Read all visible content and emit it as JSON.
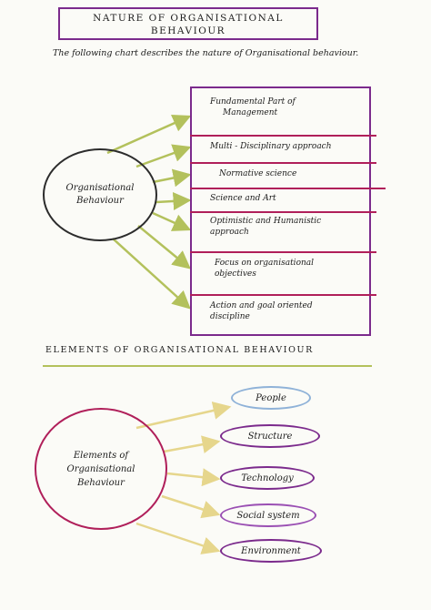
{
  "title": {
    "line1": "NATURE OF ORGANISATIONAL",
    "line2": "BEHAVIOUR"
  },
  "intro": "The following chart describes the nature of Organisational behaviour.",
  "nature": {
    "center_line1": "Organisational",
    "center_line2": "Behaviour",
    "items": [
      {
        "line1": "Fundamental Part of",
        "line2": "Management"
      },
      {
        "line1": "Multi - Disciplinary approach",
        "line2": ""
      },
      {
        "line1": "Normative science",
        "line2": ""
      },
      {
        "line1": "Science and Art",
        "line2": ""
      },
      {
        "line1": "Optimistic and Humanistic",
        "line2": "approach"
      },
      {
        "line1": "Focus on organisational",
        "line2": "objectives"
      },
      {
        "line1": "Action and goal oriented",
        "line2": "discipline"
      }
    ]
  },
  "elements": {
    "heading": "ELEMENTS OF ORGANISATIONAL BEHAVIOUR",
    "center_line1": "Elements of",
    "center_line2": "Organisational",
    "center_line3": "Behaviour",
    "items": [
      "People",
      "Structure",
      "Technology",
      "Social system",
      "Environment"
    ]
  },
  "colors": {
    "purple": "#7b2a8c",
    "crimson": "#b01f5a",
    "olive": "#b3c15c",
    "gold": "#e6d68c",
    "blue": "#8fb2d8",
    "violet": "#9a4fb3"
  }
}
